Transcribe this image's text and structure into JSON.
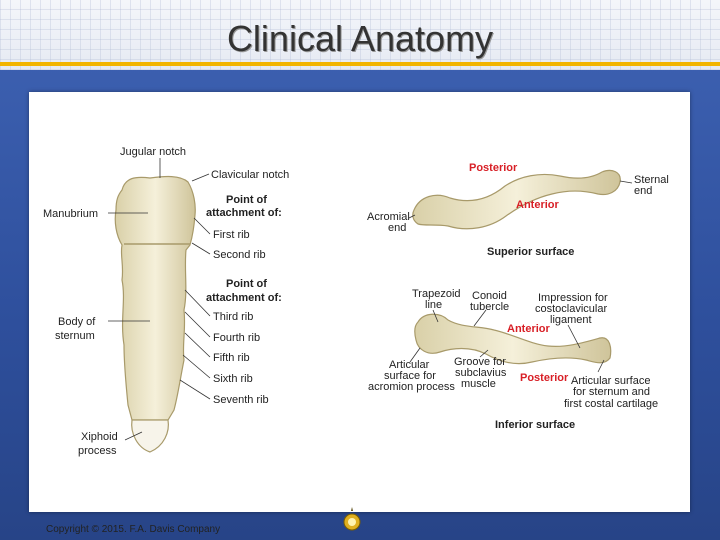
{
  "title": "Clinical Anatomy",
  "footer": "Copyright © 2015. F.A. Davis Company",
  "sternum": {
    "jugular": "Jugular notch",
    "clavicular": "Clavicular notch",
    "manubrium": "Manubrium",
    "point1a": "Point of",
    "point1b": "attachment of:",
    "first": "First rib",
    "second": "Second rib",
    "point2a": "Point of",
    "point2b": "attachment of:",
    "third": "Third rib",
    "fourth": "Fourth rib",
    "fifth": "Fifth rib",
    "sixth": "Sixth rib",
    "seventh": "Seventh rib",
    "body1": "Body of",
    "body2": "sternum",
    "xiphoid1": "Xiphoid",
    "xiphoid2": "process"
  },
  "clavicle_superior": {
    "posterior": "Posterior",
    "anterior": "Anterior",
    "sternal1": "Sternal",
    "sternal2": "end",
    "acromial1": "Acromial",
    "acromial2": "end",
    "caption": "Superior surface"
  },
  "clavicle_inferior": {
    "trap1": "Trapezoid",
    "trap2": "line",
    "con1": "Conoid",
    "con2": "tubercle",
    "imp1": "Impression for",
    "imp2": "costoclavicular",
    "imp3": "ligament",
    "anterior": "Anterior",
    "art1": "Articular",
    "art2": "surface for",
    "art3": "acromion process",
    "groove1": "Groove for",
    "groove2": "subclavius",
    "groove3": "muscle",
    "posterior": "Posterior",
    "artS1": "Articular surface",
    "artS2": "for sternum and",
    "artS3": "first costal cartilage",
    "caption": "Inferior surface"
  },
  "colors": {
    "accent": "#f2b400",
    "label_red": "#d81f26",
    "bone": "#ede6c6"
  }
}
